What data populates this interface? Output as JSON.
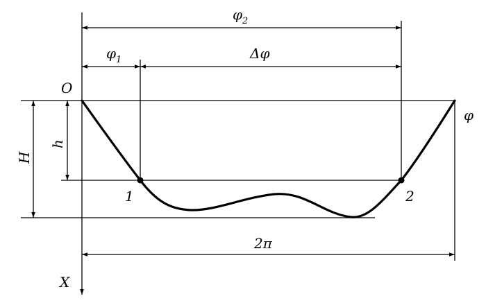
{
  "labels": {
    "origin": "O",
    "phi_axis": "φ",
    "x_axis": "X",
    "phi2_main": "φ",
    "phi2_sub": "2",
    "phi1_main": "φ",
    "phi1_sub": "1",
    "delta_phi": "Δφ",
    "two_pi": "2π",
    "big_h": "H",
    "small_h": "h",
    "point1": "1",
    "point2": "2"
  },
  "colors": {
    "line": "#000000",
    "background": "#ffffff"
  }
}
